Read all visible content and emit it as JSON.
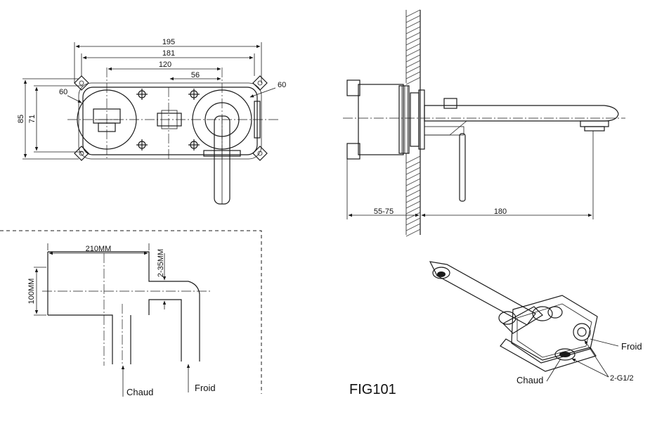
{
  "front_view": {
    "dim_195": "195",
    "dim_181": "181",
    "dim_120": "120",
    "dim_56": "56",
    "dim_60_left": "60",
    "dim_60_right": "60",
    "dim_85": "85",
    "dim_71": "71"
  },
  "side_view": {
    "dim_wall": "55-75",
    "dim_reach": "180"
  },
  "section_view": {
    "dim_width": "210MM",
    "dim_depth": "2-35MM",
    "dim_height": "100MM",
    "label_hot": "Chaud",
    "label_cold": "Froid"
  },
  "iso_view": {
    "label_cold": "Froid",
    "label_hot": "Chaud",
    "label_thread": "2-G1/2"
  },
  "figure_label": "FIG101"
}
